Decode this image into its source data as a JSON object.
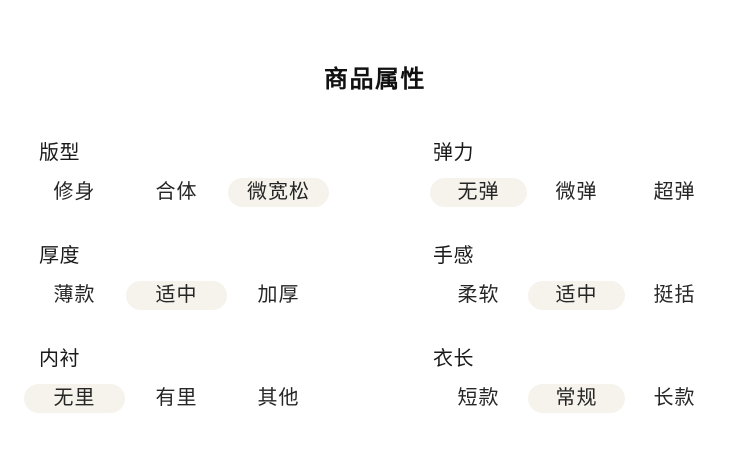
{
  "title": "商品属性",
  "colors": {
    "background": "#ffffff",
    "pill_background": "#f6f3ec",
    "title_text": "#111111",
    "label_text": "#1a1a1a",
    "option_text": "#262626"
  },
  "columns": [
    {
      "groups": [
        {
          "label": "版型",
          "options": [
            {
              "label": "修身",
              "selected": false
            },
            {
              "label": "合体",
              "selected": false
            },
            {
              "label": "微宽松",
              "selected": true
            }
          ]
        },
        {
          "label": "厚度",
          "options": [
            {
              "label": "薄款",
              "selected": false
            },
            {
              "label": "适中",
              "selected": true
            },
            {
              "label": "加厚",
              "selected": false
            }
          ]
        },
        {
          "label": "内衬",
          "options": [
            {
              "label": "无里",
              "selected": true
            },
            {
              "label": "有里",
              "selected": false
            },
            {
              "label": "其他",
              "selected": false
            }
          ]
        }
      ]
    },
    {
      "groups": [
        {
          "label": "弹力",
          "options": [
            {
              "label": "无弹",
              "selected": true
            },
            {
              "label": "微弹",
              "selected": false
            },
            {
              "label": "超弹",
              "selected": false
            }
          ]
        },
        {
          "label": "手感",
          "options": [
            {
              "label": "柔软",
              "selected": false
            },
            {
              "label": "适中",
              "selected": true
            },
            {
              "label": "挺括",
              "selected": false
            }
          ]
        },
        {
          "label": "衣长",
          "options": [
            {
              "label": "短款",
              "selected": false
            },
            {
              "label": "常规",
              "selected": true
            },
            {
              "label": "长款",
              "selected": false
            }
          ]
        }
      ]
    }
  ]
}
